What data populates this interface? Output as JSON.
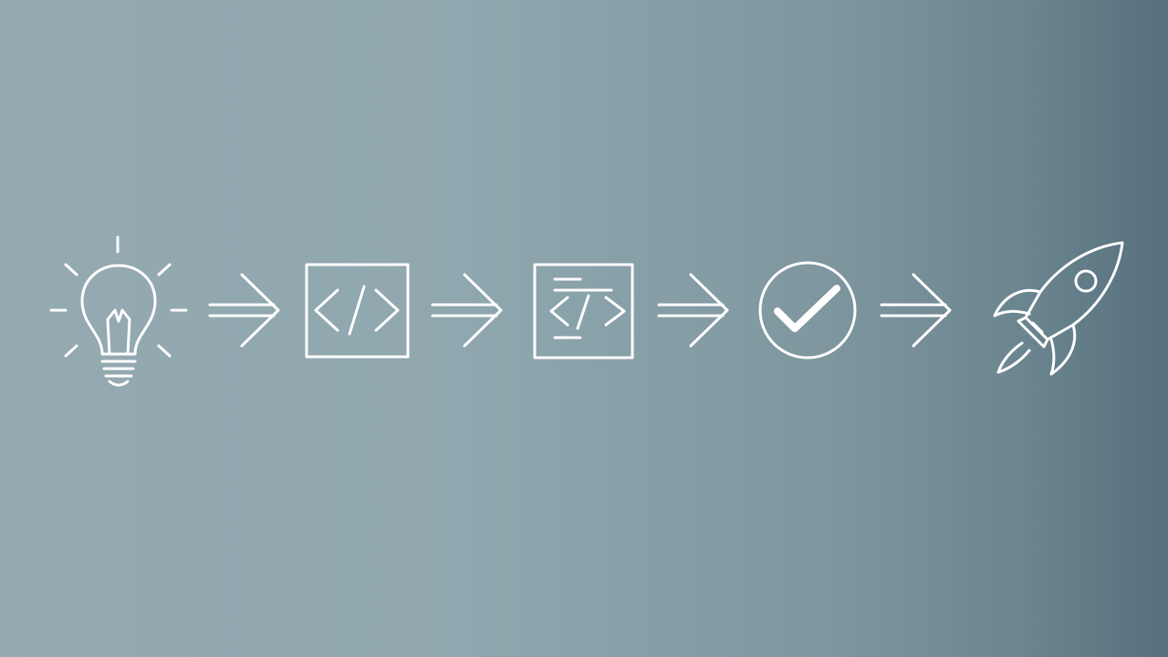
{
  "diagram": {
    "type": "process-flow",
    "stroke_color": "#ffffff",
    "background_colors": [
      "#95aab1",
      "#556f7c"
    ],
    "steps": [
      {
        "icon": "lightbulb-icon",
        "meaning": "idea"
      },
      {
        "icon": "code-box-icon",
        "meaning": "code"
      },
      {
        "icon": "code-review-icon",
        "meaning": "review"
      },
      {
        "icon": "check-circle-icon",
        "meaning": "approved"
      },
      {
        "icon": "rocket-icon",
        "meaning": "launch"
      }
    ],
    "connectors": [
      {
        "icon": "arrow-right-icon",
        "from": 0,
        "to": 1
      },
      {
        "icon": "arrow-right-icon",
        "from": 1,
        "to": 2
      },
      {
        "icon": "arrow-right-icon",
        "from": 2,
        "to": 3
      },
      {
        "icon": "arrow-right-icon",
        "from": 3,
        "to": 4
      }
    ]
  }
}
